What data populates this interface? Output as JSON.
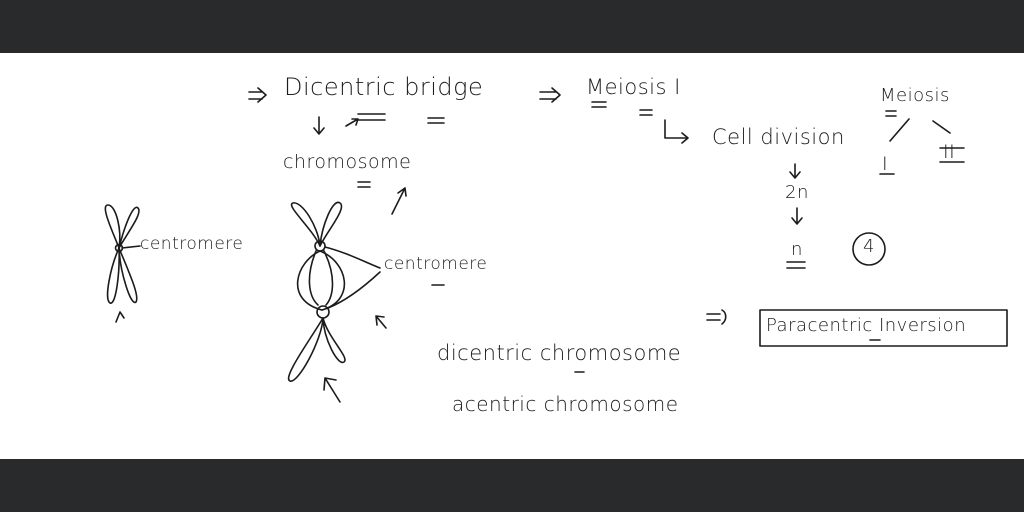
{
  "board": {
    "colors": {
      "background": "#ffffff",
      "ink": "#1c1c1c",
      "frame": "#282a2c"
    },
    "notes": {
      "dicentric_bridge": "Dicentric bridge",
      "chromosome": "chromosome",
      "meiosis_one": "Meiosis I",
      "cell_division": "Cell division",
      "meiosis": "Meiosis",
      "meiosis_roman_1": "I",
      "meiosis_roman_2": "II",
      "ploidy_2n": "2n",
      "ploidy_n": "n",
      "circled_number": "4",
      "centromere_single": "centromere",
      "centromere_double": "centromere",
      "dicentric_chromosome": "dicentric chromosome",
      "acentric_chromosome": "acentric chromosome",
      "paracentric_inversion": "Paracentric Inversion"
    }
  }
}
